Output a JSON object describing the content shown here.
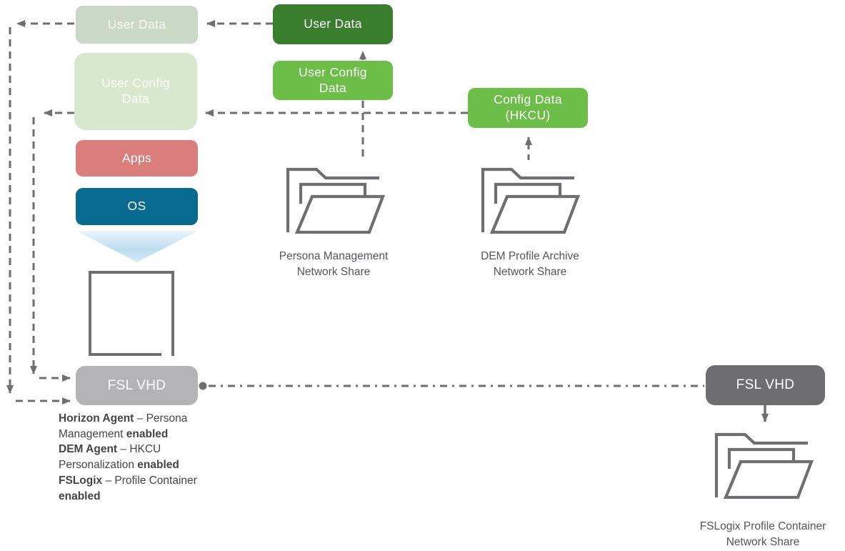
{
  "colors": {
    "dark_green": "#3a7d2e",
    "green": "#6cbe48",
    "faded_green_gray": "#c9d9c5",
    "faded_green_light": "#d7e8ce",
    "salmon": "#d97e7c",
    "teal_blue": "#086a8f",
    "gray_light": "#b4b4b6",
    "gray_dark": "#6d6d72",
    "line_gray": "#6e6e73",
    "caption_text": "#55555a",
    "funnel_blue": "#bcdcf0"
  },
  "nodes": {
    "faded_user_data": {
      "label": "User Data"
    },
    "faded_user_config": {
      "label": "User Config Data"
    },
    "apps": {
      "label": "Apps"
    },
    "os": {
      "label": "OS"
    },
    "fsl_vhd_left": {
      "label": "FSL VHD"
    },
    "user_data": {
      "label": "User Data"
    },
    "user_config": {
      "label": "User Config Data"
    },
    "config_hkcu": {
      "label": "Config Data (HKCU)"
    },
    "fsl_vhd_right": {
      "label": "FSL VHD"
    }
  },
  "captions": {
    "persona_share": {
      "line1": "Persona Management",
      "line2": "Network Share"
    },
    "dem_share": {
      "line1": "DEM Profile Archive",
      "line2": "Network Share"
    },
    "fslogix_share": {
      "line1": "FSLogix Profile Container",
      "line2": "Network Share"
    }
  },
  "annotation": {
    "lines": [
      [
        {
          "t": "Horizon Agent",
          "b": true
        },
        {
          "t": " – Persona",
          "b": false
        }
      ],
      [
        {
          "t": "Management ",
          "b": false
        },
        {
          "t": "enabled",
          "b": true
        }
      ],
      [
        {
          "t": "DEM Agent",
          "b": true
        },
        {
          "t": " – HKCU",
          "b": false
        }
      ],
      [
        {
          "t": "Personalization ",
          "b": false
        },
        {
          "t": "enabled",
          "b": true
        }
      ],
      [
        {
          "t": "FSLogix",
          "b": true
        },
        {
          "t": " – Profile Container",
          "b": false
        }
      ],
      [
        {
          "t": "enabled",
          "b": true
        }
      ]
    ]
  }
}
